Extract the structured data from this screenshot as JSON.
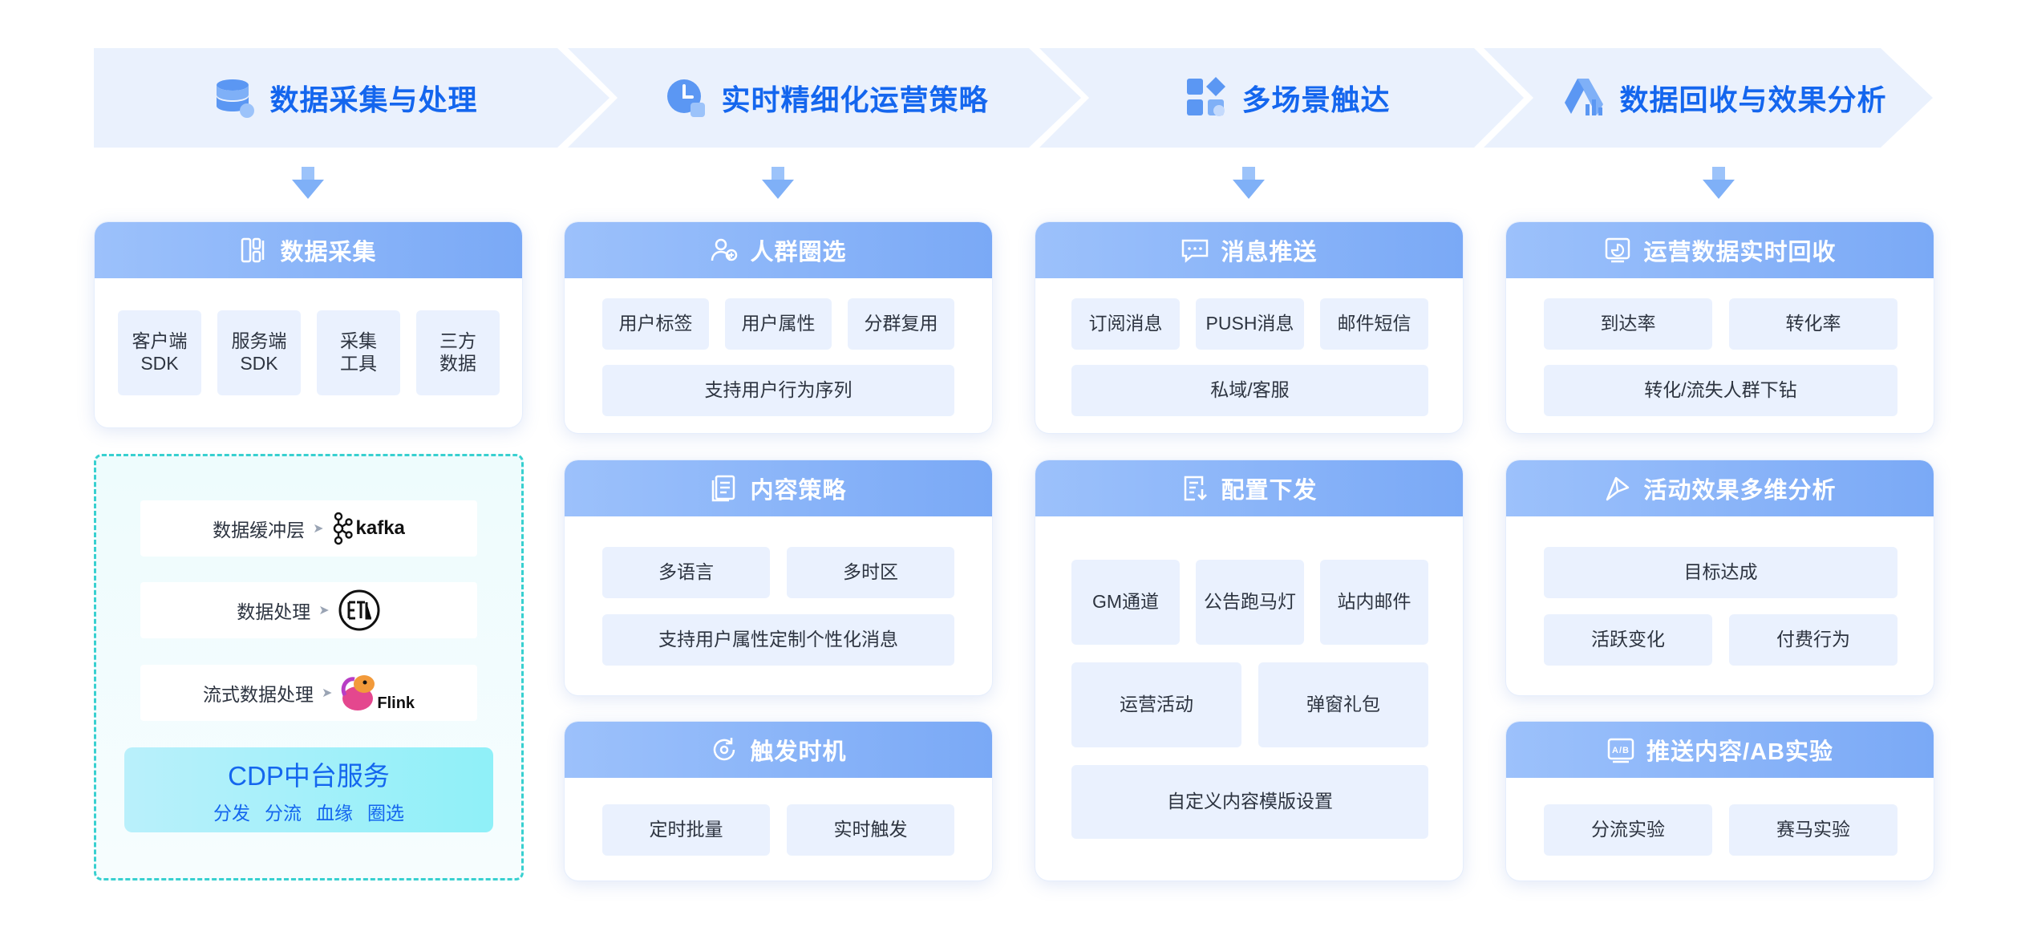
{
  "stages": [
    {
      "title": "数据采集与处理",
      "icon": "database-icon"
    },
    {
      "title": "实时精细化运营策略",
      "icon": "clock-icon"
    },
    {
      "title": "多场景触达",
      "icon": "apps-icon"
    },
    {
      "title": "数据回收与效果分析",
      "icon": "drive-chart-icon"
    }
  ],
  "col1": {
    "collect": {
      "title": "数据采集",
      "items": [
        "客户端\nSDK",
        "服务端\nSDK",
        "采集\n工具",
        "三方\n数据"
      ]
    },
    "pipeline": {
      "buffer_label": "数据缓冲层",
      "buffer_logo": "kafka",
      "process_label": "数据处理",
      "stream_label": "流式数据处理",
      "stream_logo": "Flink"
    },
    "cdp": {
      "title": "CDP中台服务",
      "items": [
        "分发",
        "分流",
        "血缘",
        "圈选"
      ]
    }
  },
  "col2": {
    "crowd": {
      "title": "人群圈选",
      "items": [
        "用户标签",
        "用户属性",
        "分群复用",
        "支持用户行为序列"
      ]
    },
    "content": {
      "title": "内容策略",
      "items": [
        "多语言",
        "多时区",
        "支持用户属性定制个性化消息"
      ]
    },
    "trigger": {
      "title": "触发时机",
      "items": [
        "定时批量",
        "实时触发"
      ]
    }
  },
  "col3": {
    "push": {
      "title": "消息推送",
      "items": [
        "订阅消息",
        "PUSH消息",
        "邮件短信",
        "私域/客服"
      ]
    },
    "config": {
      "title": "配置下发",
      "items": [
        "GM通道",
        "公告跑马灯",
        "站内邮件",
        "运营活动",
        "弹窗礼包",
        "自定义内容模版设置"
      ]
    }
  },
  "col4": {
    "recovery": {
      "title": "运营数据实时回收",
      "items": [
        "到达率",
        "转化率",
        "转化/流失人群下钻"
      ]
    },
    "analysis": {
      "title": "活动效果多维分析",
      "items": [
        "目标达成",
        "活跃变化",
        "付费行为"
      ]
    },
    "ab": {
      "title": "推送内容/AB实验",
      "items": [
        "分流实验",
        "赛马实验"
      ]
    }
  },
  "colors": {
    "accent": "#1466ee",
    "banner": "#eaf1fd",
    "chip": "#eaf1fe",
    "dashed": "#38d0d0"
  }
}
